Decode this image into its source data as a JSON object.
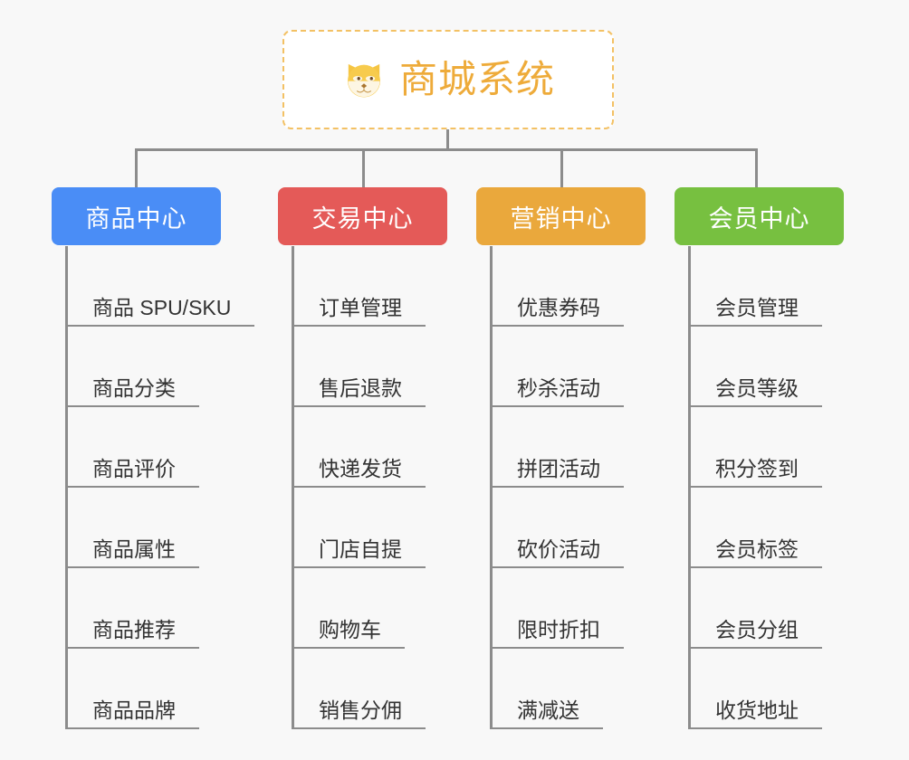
{
  "background_color": "#f8f8f8",
  "root": {
    "title": "商城系统",
    "icon": "shiba-dog-face-icon",
    "text_color": "#eeab3a",
    "border_color": "#f3c164",
    "background": "#ffffff"
  },
  "line_color": "#8c8c8c",
  "branches": [
    {
      "label": "商品中心",
      "color": "#4a8df6",
      "items": [
        "商品 SPU/SKU",
        "商品分类",
        "商品评价",
        "商品属性",
        "商品推荐",
        "商品品牌"
      ]
    },
    {
      "label": "交易中心",
      "color": "#e45a58",
      "items": [
        "订单管理",
        "售后退款",
        "快递发货",
        "门店自提",
        "购物车",
        "销售分佣"
      ]
    },
    {
      "label": "营销中心",
      "color": "#eaa83c",
      "items": [
        "优惠券码",
        "秒杀活动",
        "拼团活动",
        "砍价活动",
        "限时折扣",
        "满减送"
      ]
    },
    {
      "label": "会员中心",
      "color": "#77c040",
      "items": [
        "会员管理",
        "会员等级",
        "积分签到",
        "会员标签",
        "会员分组",
        "收货地址"
      ]
    }
  ]
}
